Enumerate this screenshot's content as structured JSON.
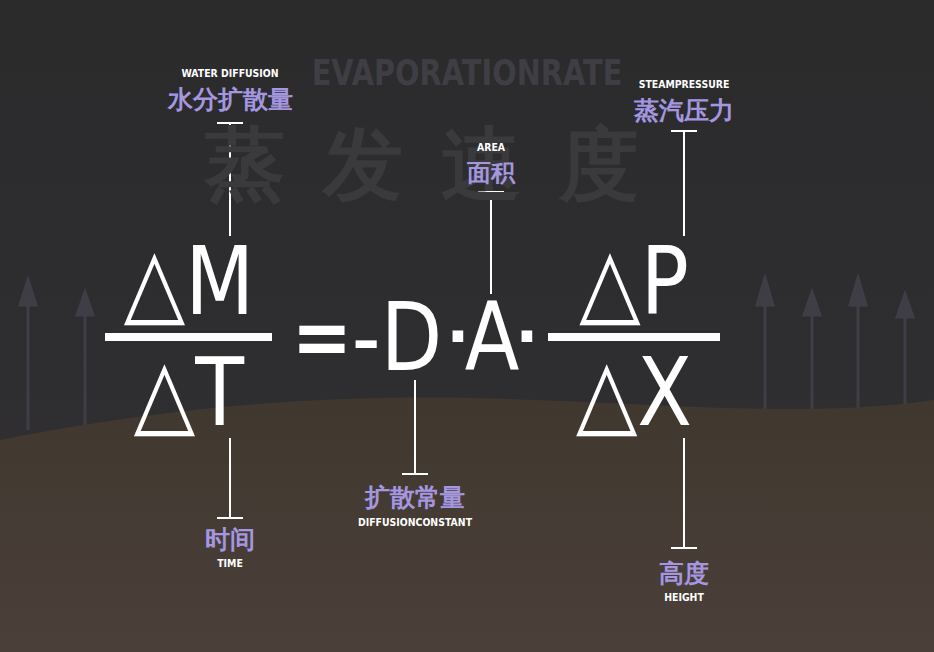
{
  "diagram": {
    "title": "蒸发速度",
    "labels": [
      "EVAPORATIONRATE",
      "WATER DIFFUSION",
      "水分扩散量",
      "AREA",
      "面积",
      "STEAMPRESSURE",
      "蒸汽压力",
      "△M",
      "△T",
      "=",
      "-D",
      "·",
      "A",
      "·",
      "△P",
      "△X",
      "扩散常量",
      "DIFFUSIONCONSTANT",
      "时间",
      "TIME",
      "高度",
      "HEIGHT"
    ]
  }
}
